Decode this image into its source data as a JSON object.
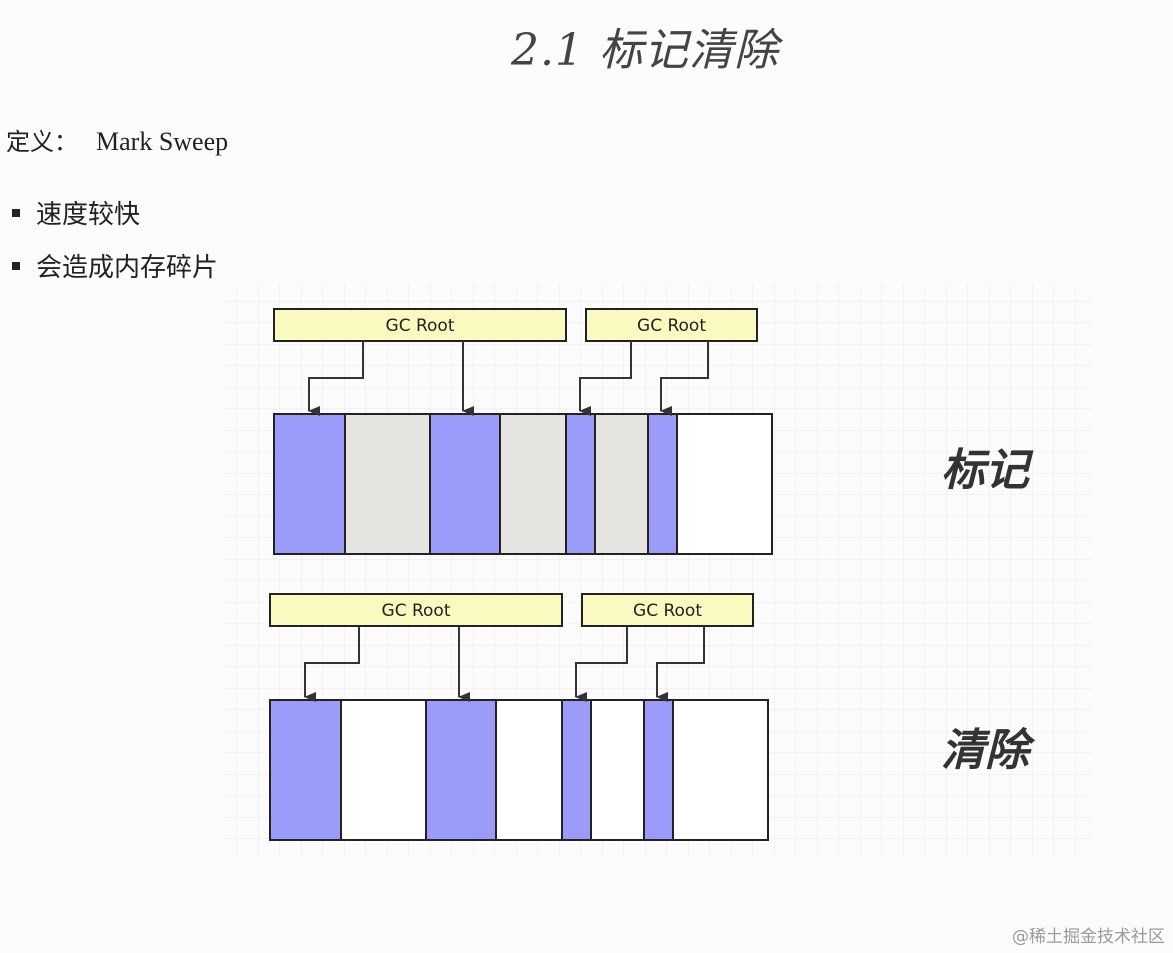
{
  "title": "2.1 标记清除",
  "definition": {
    "label": "定义：",
    "term": "Mark Sweep"
  },
  "bullets": [
    "速度较快",
    "会造成内存碎片"
  ],
  "diagram": {
    "colors": {
      "live": "#9b9bfa",
      "garbage": "#e6e4e1",
      "free": "#ffffff",
      "root": "#fafac0",
      "stroke": "#222222",
      "arrow": "#333333"
    },
    "rows": [
      {
        "label": "标记",
        "roots": [
          "GC Root",
          "GC Root"
        ],
        "segments": [
          {
            "state": "live"
          },
          {
            "state": "garbage"
          },
          {
            "state": "live"
          },
          {
            "state": "garbage"
          },
          {
            "state": "live"
          },
          {
            "state": "garbage"
          },
          {
            "state": "live"
          },
          {
            "state": "free"
          }
        ]
      },
      {
        "label": "清除",
        "roots": [
          "GC Root",
          "GC Root"
        ],
        "segments": [
          {
            "state": "live"
          },
          {
            "state": "free"
          },
          {
            "state": "live"
          },
          {
            "state": "free"
          },
          {
            "state": "live"
          },
          {
            "state": "free"
          },
          {
            "state": "live"
          },
          {
            "state": "free"
          }
        ]
      }
    ]
  },
  "watermark": "@稀土掘金技术社区"
}
